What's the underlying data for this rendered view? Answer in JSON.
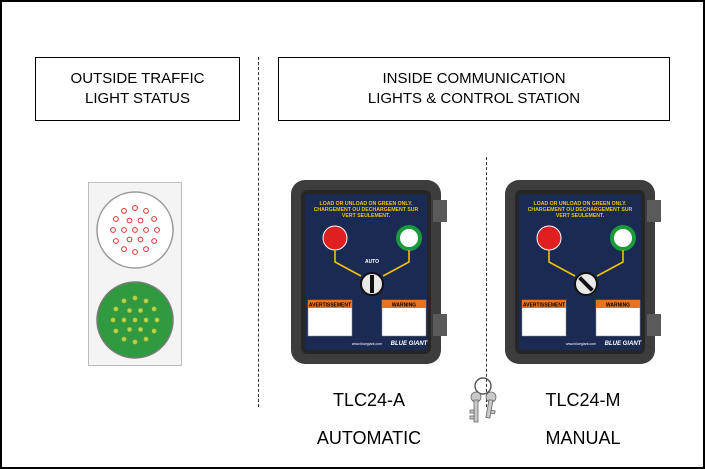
{
  "labels": {
    "outside": [
      "OUTSIDE TRAFFIC",
      "LIGHT STATUS"
    ],
    "inside": [
      "INSIDE COMMUNICATION",
      "LIGHTS & CONTROL STATION"
    ]
  },
  "stations": [
    {
      "model": "TLC24-A",
      "mode": "AUTOMATIC",
      "panel_header": [
        "LOAD OR UNLOAD ON GREEN ONLY.",
        "CHARGEMENT OU DECHARGEMENT SUR",
        "VERT SEULEMENT."
      ],
      "switch_label": "AUTO",
      "warning_fr": "AVERTISSEMENT",
      "warning_en": "WARNING",
      "brand": "BLUE GIANT",
      "website": "www.bluegiant.com"
    },
    {
      "model": "TLC24-M",
      "mode": "MANUAL",
      "panel_header": [
        "LOAD OR UNLOAD ON GREEN ONLY.",
        "CHARGEMENT OU DECHARGEMENT SUR",
        "VERT SEULEMENT."
      ],
      "switch_label": "",
      "warning_fr": "AVERTISSEMENT",
      "warning_en": "WARNING",
      "brand": "BLUE GIANT",
      "website": "www.bluegiant.com"
    }
  ],
  "colors": {
    "red_light": "#e02020",
    "green_light": "#1a9a3a",
    "panel_bg": "#1b2a52",
    "enclosure": "#3d3d3d",
    "header_text": "#f2c200",
    "warning_orange": "#e8741f",
    "warning_blue": "#2a5aa8",
    "traffic_red_dots": "#e53030",
    "traffic_green": "#2f9a3f"
  },
  "icons": [
    "keys-icon",
    "traffic-light-icon",
    "key-switch-icon"
  ]
}
